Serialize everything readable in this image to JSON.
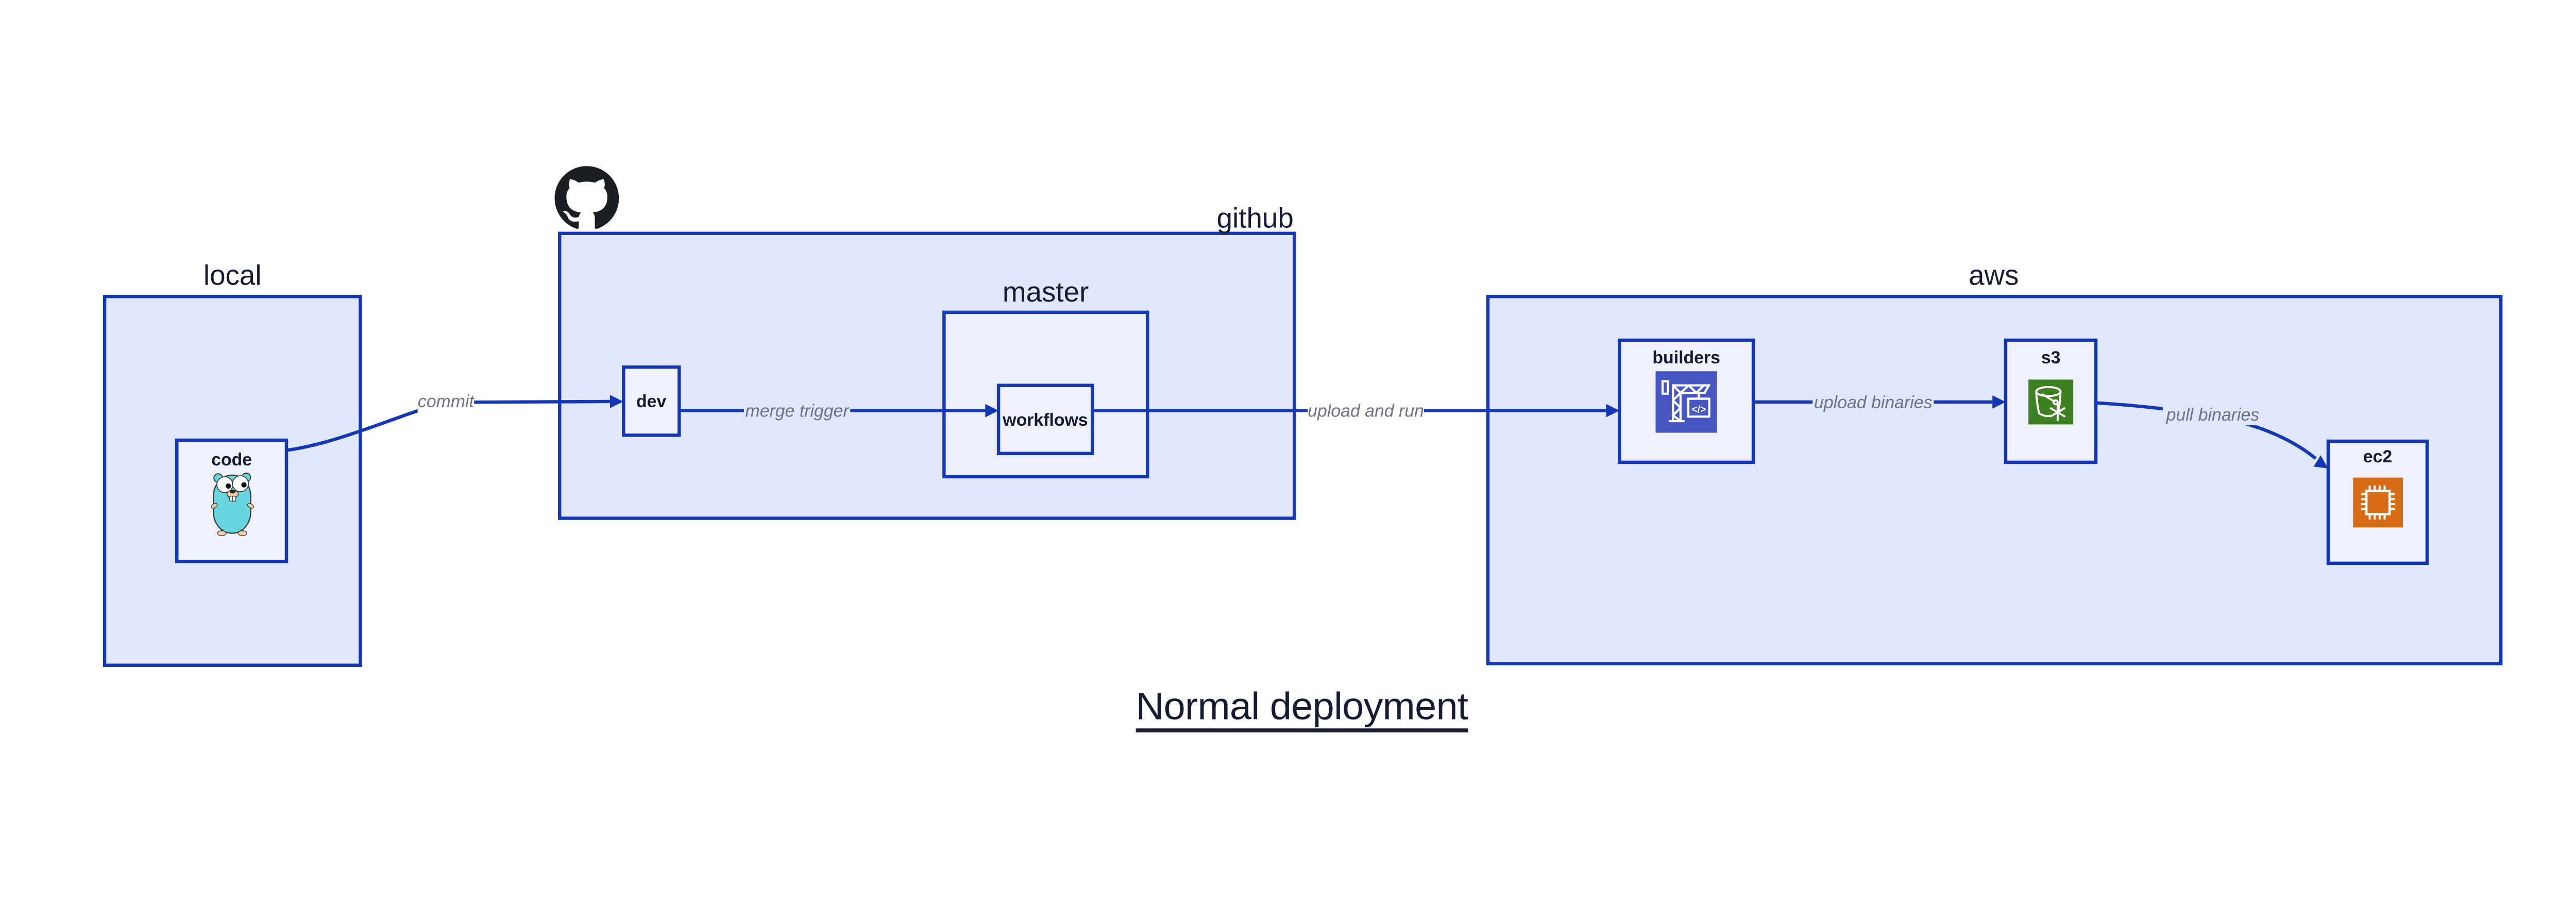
{
  "diagram": {
    "title": "Normal deployment",
    "containers": {
      "local": {
        "label": "local"
      },
      "github": {
        "label": "github"
      },
      "master": {
        "label": "master"
      },
      "aws": {
        "label": "aws"
      }
    },
    "nodes": {
      "code": {
        "label": "code",
        "icon": "go-gopher-icon"
      },
      "dev": {
        "label": "dev"
      },
      "workflows": {
        "label": "workflows"
      },
      "builders": {
        "label": "builders",
        "icon": "aws-codebuild-crane-icon",
        "icon_glyph": "</>"
      },
      "s3": {
        "label": "s3",
        "icon": "aws-s3-bucket-icon"
      },
      "ec2": {
        "label": "ec2",
        "icon": "aws-ec2-chip-icon"
      }
    },
    "edges": {
      "commit": {
        "label": "commit",
        "from": "code",
        "to": "dev"
      },
      "merge_trigger": {
        "label": "merge trigger",
        "from": "dev",
        "to": "workflows"
      },
      "upload_and_run": {
        "label": "upload and run",
        "from": "workflows",
        "to": "builders"
      },
      "upload_binaries": {
        "label": "upload binaries",
        "from": "builders",
        "to": "s3"
      },
      "pull_binaries": {
        "label": "pull binaries",
        "from": "s3",
        "to": "ec2"
      }
    },
    "colors": {
      "border_blue": "#1437b8",
      "container_fill": "#e1e7fa",
      "node_fill": "#eff2fd",
      "edge_label_gray": "#6e7383",
      "text_navy": "#151a32",
      "builders_icon": "#4856c4",
      "s3_icon": "#3d801f",
      "ec2_icon": "#d86b15",
      "octocat_black": "#1b1f23",
      "gopher_teal": "#67d5de",
      "gopher_tan": "#f2d0a4"
    }
  }
}
